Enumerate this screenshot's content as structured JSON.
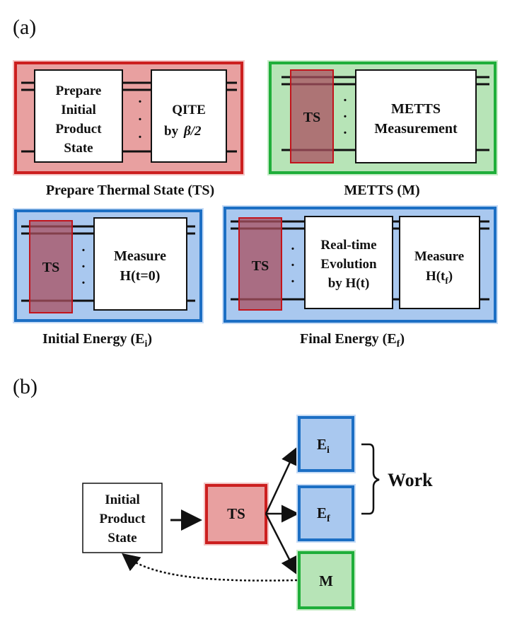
{
  "panel_a": {
    "label": "(a)",
    "ts": {
      "prepare_lines": [
        "Prepare",
        "Initial",
        "Product",
        "State"
      ],
      "qite_line1": "QITE",
      "qite_line2": "by ",
      "qite_math": "β/2",
      "caption": "Prepare Thermal State (TS)"
    },
    "metts": {
      "ts_label": "TS",
      "measure_lines": [
        "METTS",
        "Measurement"
      ],
      "caption": "METTS (M)"
    },
    "initial_energy": {
      "ts_label": "TS",
      "measure_lines": [
        "Measure",
        "H(t=0)"
      ],
      "caption_main": "Initial Energy (E",
      "caption_sub": "i",
      "caption_end": ")"
    },
    "final_energy": {
      "ts_label": "TS",
      "evolution_lines": [
        "Real-time",
        "Evolution",
        "by H(t)"
      ],
      "measure_line1": "Measure",
      "measure_line2_main": "H(t",
      "measure_line2_sub": "f",
      "measure_line2_end": ")",
      "caption_main": "Final Energy (E",
      "caption_sub": "f",
      "caption_end": ")"
    },
    "dots": "·"
  },
  "panel_b": {
    "label": "(b)",
    "initial_lines": [
      "Initial",
      "Product",
      "State"
    ],
    "ts_label": "TS",
    "ei_main": "E",
    "ei_sub": "i",
    "ef_main": "E",
    "ef_sub": "f",
    "m_label": "M",
    "work_label": "Work"
  },
  "colors": {
    "red_fill": "#e8a0a0",
    "red_border": "#cc1f1f",
    "green_fill": "#b7e4b7",
    "green_border": "#1fae3a",
    "blue_fill": "#a9c8ef",
    "blue_border": "#1c6fc4",
    "ts_overlay_fill": "#a94f5f",
    "ts_overlay_border": "#c2141c"
  }
}
